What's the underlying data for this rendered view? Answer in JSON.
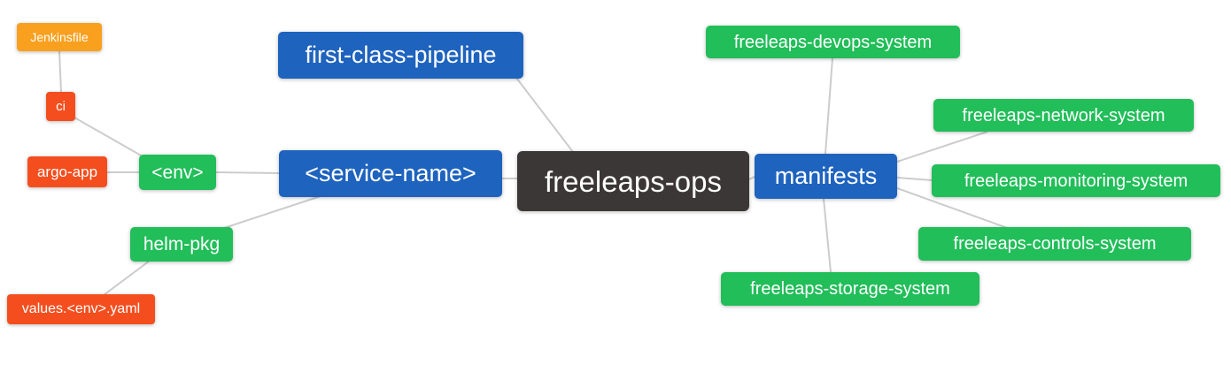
{
  "palette": {
    "blue": "#1E63BE",
    "green": "#21BE59",
    "red": "#F44E1E",
    "orange": "#F9A01F",
    "dark": "#3B3736",
    "edge": "#CCCCCC",
    "node_text": "#FFFFFF",
    "background": "#FFFFFF"
  },
  "diagram": {
    "type": "mindmap",
    "root": "freeleaps-ops",
    "nodes": [
      {
        "id": "jenkinsfile",
        "label": "Jenkinsfile",
        "color": "orange"
      },
      {
        "id": "ci",
        "label": "ci",
        "color": "red"
      },
      {
        "id": "argo-app",
        "label": "argo-app",
        "color": "red"
      },
      {
        "id": "env",
        "label": "<env>",
        "color": "green"
      },
      {
        "id": "helm-pkg",
        "label": "helm-pkg",
        "color": "green"
      },
      {
        "id": "values-env-yaml",
        "label": "values.<env>.yaml",
        "color": "red"
      },
      {
        "id": "first-class-pipeline",
        "label": "first-class-pipeline",
        "color": "blue"
      },
      {
        "id": "service-name",
        "label": "<service-name>",
        "color": "blue"
      },
      {
        "id": "freeleaps-ops",
        "label": "freeleaps-ops",
        "color": "dark"
      },
      {
        "id": "manifests",
        "label": "manifests",
        "color": "blue"
      },
      {
        "id": "freeleaps-devops-system",
        "label": "freeleaps-devops-system",
        "color": "green"
      },
      {
        "id": "freeleaps-network-system",
        "label": "freeleaps-network-system",
        "color": "green"
      },
      {
        "id": "freeleaps-monitoring-system",
        "label": "freeleaps-monitoring-system",
        "color": "green"
      },
      {
        "id": "freeleaps-controls-system",
        "label": "freeleaps-controls-system",
        "color": "green"
      },
      {
        "id": "freeleaps-storage-system",
        "label": "freeleaps-storage-system",
        "color": "green"
      }
    ],
    "edges": [
      {
        "from": "jenkinsfile",
        "to": "ci"
      },
      {
        "from": "ci",
        "to": "env"
      },
      {
        "from": "argo-app",
        "to": "env"
      },
      {
        "from": "env",
        "to": "service-name"
      },
      {
        "from": "helm-pkg",
        "to": "service-name"
      },
      {
        "from": "values-env-yaml",
        "to": "helm-pkg"
      },
      {
        "from": "first-class-pipeline",
        "to": "freeleaps-ops"
      },
      {
        "from": "service-name",
        "to": "freeleaps-ops"
      },
      {
        "from": "freeleaps-ops",
        "to": "manifests"
      },
      {
        "from": "manifests",
        "to": "freeleaps-devops-system"
      },
      {
        "from": "manifests",
        "to": "freeleaps-network-system"
      },
      {
        "from": "manifests",
        "to": "freeleaps-monitoring-system"
      },
      {
        "from": "manifests",
        "to": "freeleaps-controls-system"
      },
      {
        "from": "manifests",
        "to": "freeleaps-storage-system"
      }
    ]
  }
}
